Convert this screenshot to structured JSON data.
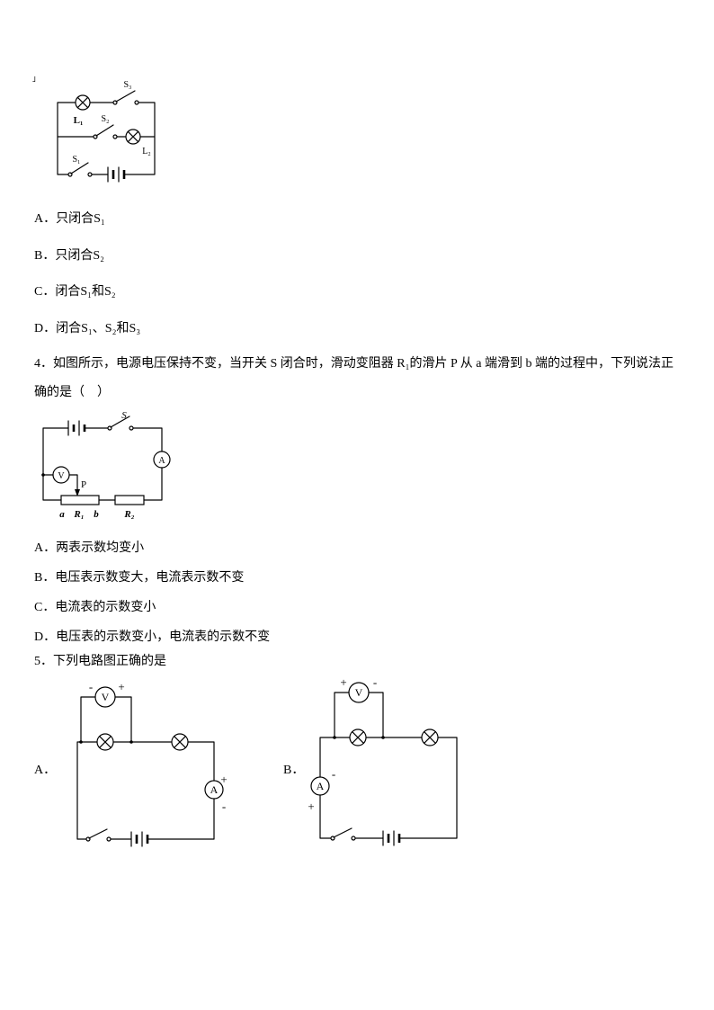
{
  "doc": {
    "stray_mark": "｣"
  },
  "q3": {
    "circuit": {
      "s3": "S₃",
      "l1": "L₁",
      "s2": "S₂",
      "l2": "L₂",
      "s1": "S₁"
    },
    "options": {
      "a": "A．只闭合S₁",
      "b": "B．只闭合S₂",
      "c": "C．闭合S₁和S₂",
      "d": "D．闭合S₁、S₂和S₃"
    }
  },
  "q4": {
    "line1": "4．如图所示，电源电压保持不变，当开关 S 闭合时，滑动变阻器 R₁的滑片 P 从 a 端滑到 b 端的过程中，下列说法正",
    "line2": "确的是（　）",
    "circuit": {
      "s": "S",
      "v": "V",
      "am": "A",
      "p": "P",
      "a": "a",
      "r1": "R₁",
      "b": "b",
      "r2": "R₂"
    },
    "options": {
      "a": "A．两表示数均变小",
      "b": "B．电压表示数变大，电流表示数不变",
      "c": "C．电流表的示数变小",
      "d": "D．电压表的示数变小，电流表的示数不变"
    }
  },
  "q5": {
    "stem": "5．下列电路图正确的是",
    "a": {
      "label": "A．",
      "v": "V",
      "am": "A",
      "vminus": "-",
      "vplus": "+",
      "aplus": "+",
      "aminus": "-"
    },
    "b": {
      "label": "B．",
      "v": "V",
      "am": "A",
      "vplus": "+",
      "vminus": "-",
      "aminus": "-",
      "aplus": "+"
    }
  }
}
